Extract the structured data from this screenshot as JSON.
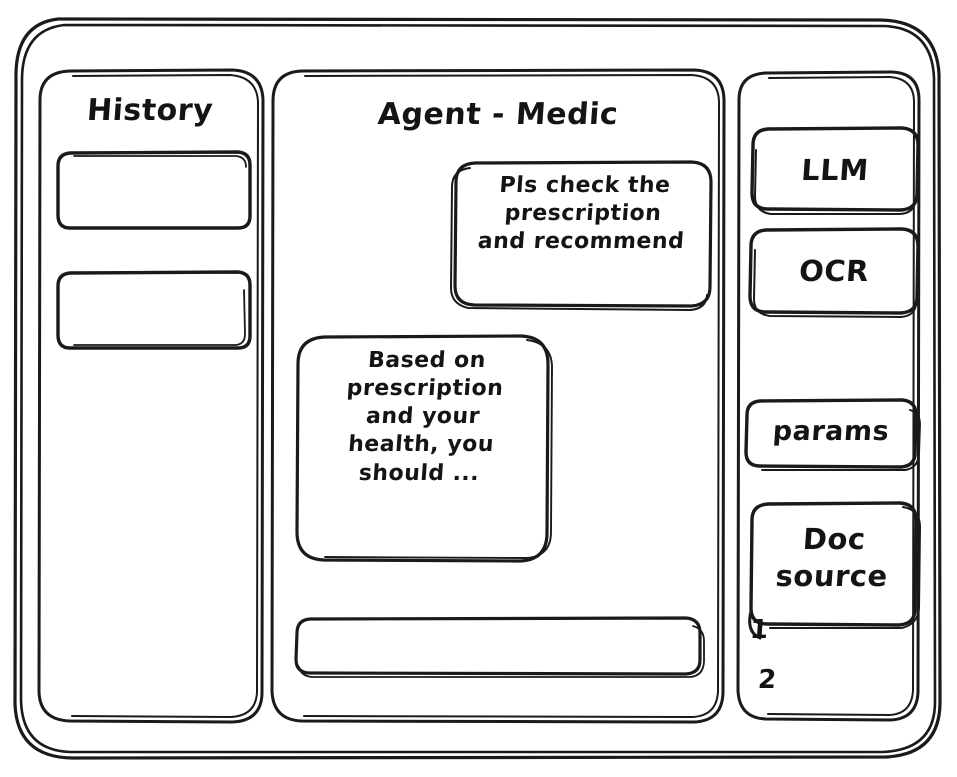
{
  "window": {
    "frame_name": "outer-frame",
    "background_color": "#ffffff",
    "ink_color": "#1a1a1a"
  },
  "sidebar": {
    "title": "History",
    "items": [
      {
        "label": "",
        "name": "history-item-1"
      },
      {
        "label": "",
        "name": "history-item-2"
      }
    ]
  },
  "main": {
    "title": "Agent - Medic",
    "messages": [
      {
        "role": "user",
        "text": "Pls check the\nprescription\nand recommend"
      },
      {
        "role": "agent",
        "text": "Based on\nprescription\nand your\nhealth, you\nshould ..."
      }
    ],
    "composer": {
      "value": "",
      "placeholder": ""
    }
  },
  "tools": {
    "buttons": [
      {
        "label": "LLM"
      },
      {
        "label": "OCR"
      },
      {
        "label": "params"
      },
      {
        "label": "Doc\nsource"
      }
    ],
    "doc_references": [
      {
        "label": "1"
      },
      {
        "label": "2"
      }
    ]
  }
}
